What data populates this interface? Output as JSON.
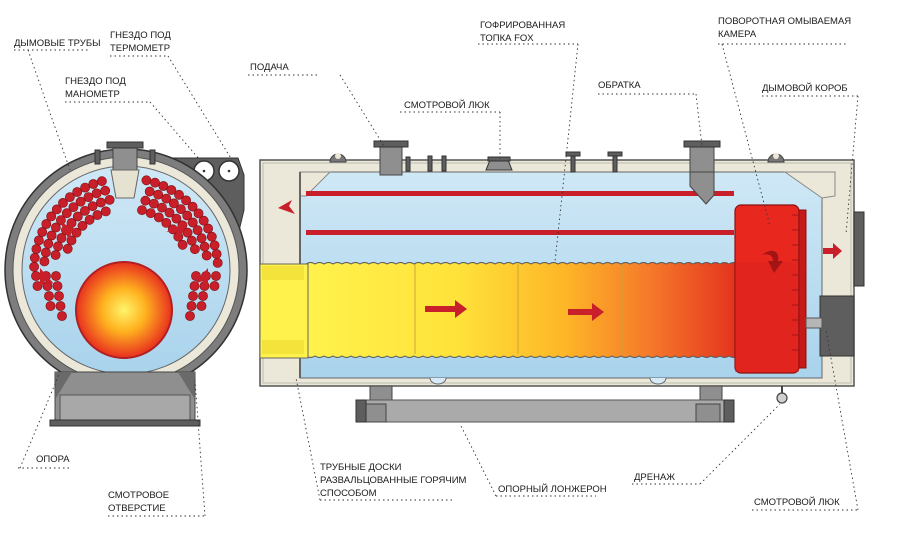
{
  "labels": {
    "smoke_tubes": "ДЫМОВЫЕ ТРУБЫ",
    "thermometer_socket_1": "ГНЕЗДО ПОД",
    "thermometer_socket_2": "ТЕРМОМЕТР",
    "manometer_socket_1": "ГНЕЗДО ПОД",
    "manometer_socket_2": "МАНОМЕТР",
    "supply": "ПОДАЧА",
    "inspection_hatch_top": "СМОТРОВОЙ ЛЮК",
    "corrugated_furnace_1": "ГОФРИРОВАННАЯ",
    "corrugated_furnace_2": "ТОПКА FOX",
    "return_line": "ОБРАТКА",
    "rotary_chamber_1": "ПОВОРОТНАЯ ОМЫВАЕМАЯ",
    "rotary_chamber_2": "КАМЕРА",
    "smoke_box": "ДЫМОВОЙ КОРОБ",
    "support": "ОПОРА",
    "inspection_opening_1": "СМОТРОВОЕ",
    "inspection_opening_2": "ОТВЕРСТИЕ",
    "tube_plates_1": "ТРУБНЫЕ ДОСКИ",
    "tube_plates_2": "РАЗВАЛЬЦОВАННЫЕ ГОРЯЧИМ",
    "tube_plates_3": "СПОСОБОМ",
    "support_beam": "ОПОРНЫЙ ЛОНЖЕРОН",
    "drain": "ДРЕНАЖ",
    "inspection_hatch_bottom": "СМОТРОВОЙ ЛЮК"
  },
  "colors": {
    "water": "#b9dcf0",
    "tube": "#c81f2a",
    "shell": "#ebe8da",
    "flame_core": "#fff15a",
    "flame_edge": "#e8301f",
    "furnace_start": "#fff04a",
    "furnace_end": "#e4331e",
    "metal": "#8f8f8f"
  }
}
